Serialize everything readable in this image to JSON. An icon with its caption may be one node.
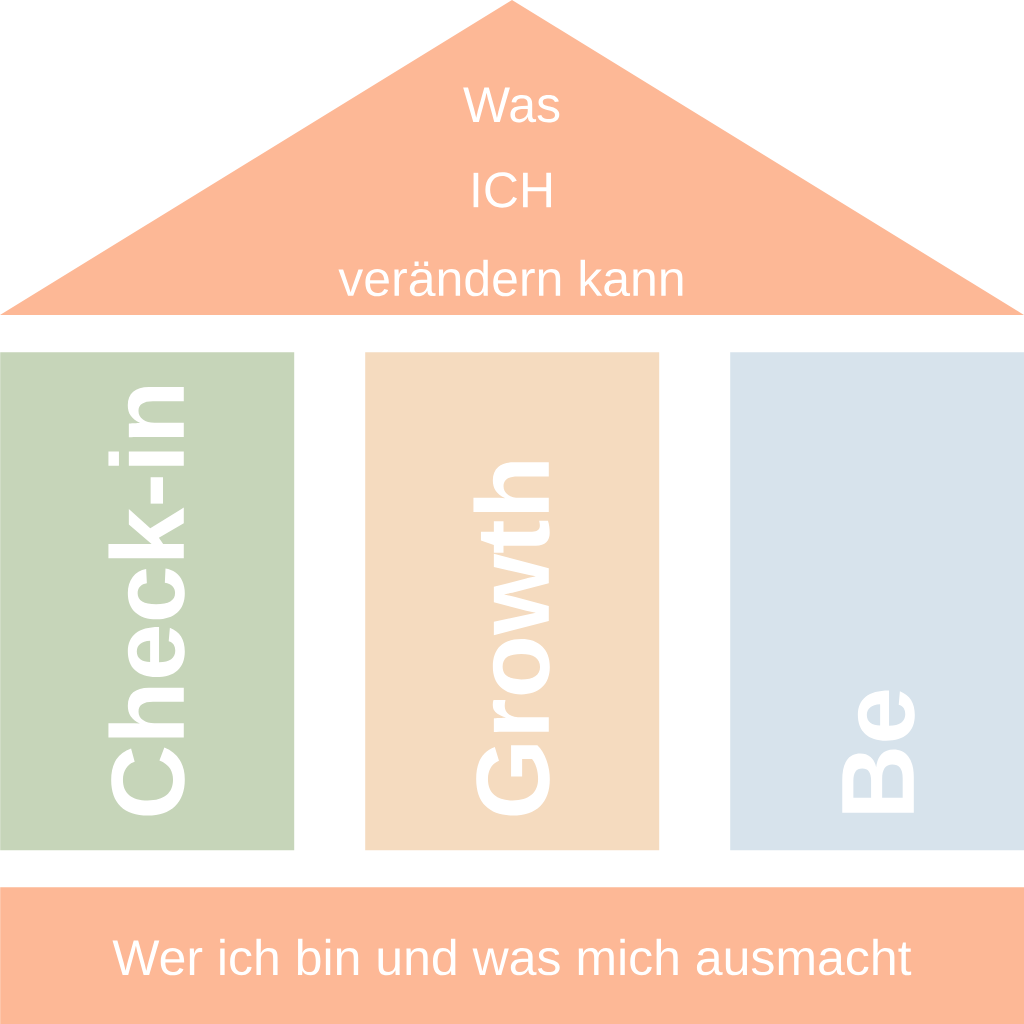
{
  "diagram": {
    "nodes": [
      {
        "text": [
          "Was",
          "ICH",
          "verändern kann"
        ]
      },
      {
        "text": [
          "Check-in"
        ]
      },
      {
        "text": [
          "Growth"
        ]
      },
      {
        "text": [
          "Be"
        ]
      },
      {
        "text": [
          "Wer ich bin und was mich ausmacht"
        ]
      }
    ]
  }
}
